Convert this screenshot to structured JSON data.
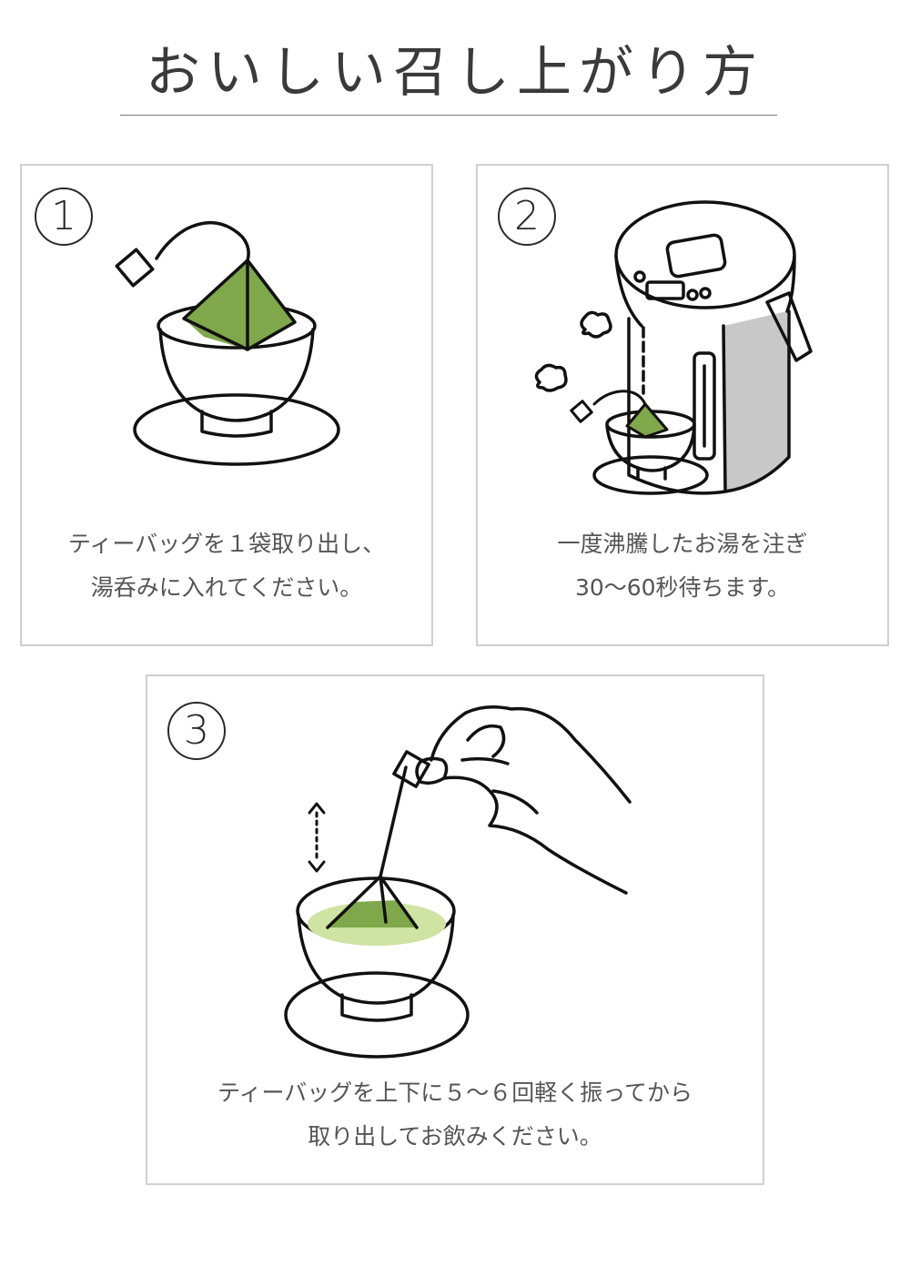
{
  "page": {
    "title": "おいしい召し上がり方"
  },
  "colors": {
    "tea_green": "#7fa84a",
    "tea_liquid": "#cfe3a3",
    "pot_shade": "#c8c8c8",
    "border": "#cfcfcf",
    "line": "#111111"
  },
  "steps": [
    {
      "number": "1",
      "caption_lines": [
        "ティーバッグを１袋取り出し、",
        "湯呑みに入れてください。"
      ]
    },
    {
      "number": "2",
      "caption_lines": [
        "一度沸騰したお湯を注ぎ",
        "30～60秒待ちます。"
      ]
    },
    {
      "number": "3",
      "caption_lines": [
        "ティーバッグを上下に５～６回軽く振ってから",
        "取り出してお飲みください。"
      ]
    }
  ],
  "icons": {
    "step1": "teabag-in-cup-icon",
    "step2": "electric-kettle-pouring-icon",
    "step3": "hand-dipping-teabag-icon",
    "motion": "up-down-arrow-icon"
  }
}
